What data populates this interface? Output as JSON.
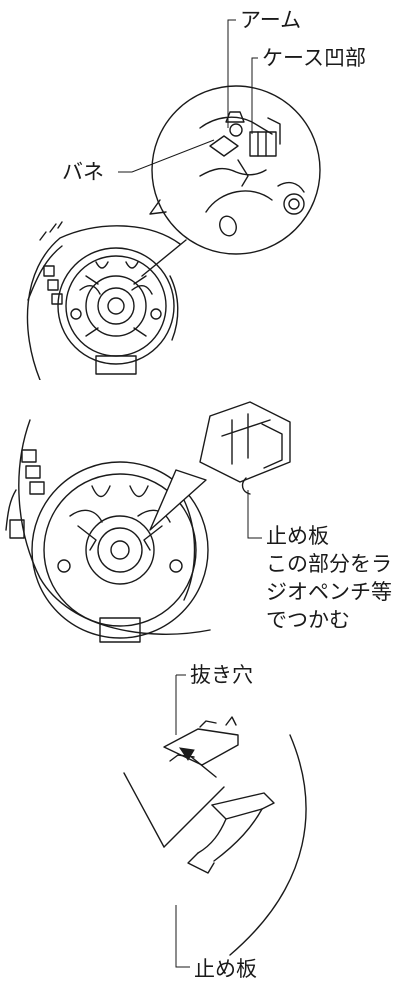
{
  "figure1": {
    "label_arm": "アーム",
    "label_case_recess": "ケース凹部",
    "label_spring": "バネ"
  },
  "figure2": {
    "label_stop_plate": "止め板",
    "label_instruction_line1": "この部分をラ",
    "label_instruction_line2": "ジオペンチ等",
    "label_instruction_line3": "でつかむ"
  },
  "figure3": {
    "label_hole": "抜き穴",
    "label_stop_plate": "止め板"
  }
}
